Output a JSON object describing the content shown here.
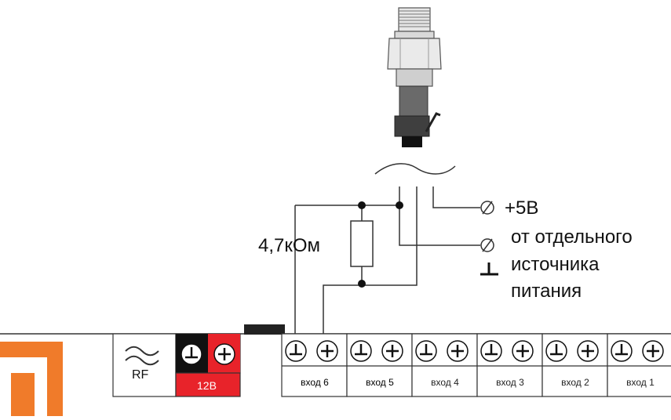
{
  "labels": {
    "resistor": "4,7кОм",
    "power_plus": "+5В",
    "separate_line1": "от отдельного",
    "separate_line2": "источника",
    "separate_line3": "питания",
    "rf": "RF",
    "supply": "12В"
  },
  "inputs": [
    "вход 6",
    "вход 5",
    "вход 4",
    "вход 3",
    "вход 2",
    "вход 1"
  ],
  "colors": {
    "brand_orange": "#f07b2a",
    "terminal_red": "#e8232a",
    "line": "#333333"
  },
  "icons": {
    "rf": "wave-icon",
    "ground": "ground-terminal-icon",
    "plus": "plus-terminal-icon",
    "sensor": "pressure-sensor-icon"
  }
}
